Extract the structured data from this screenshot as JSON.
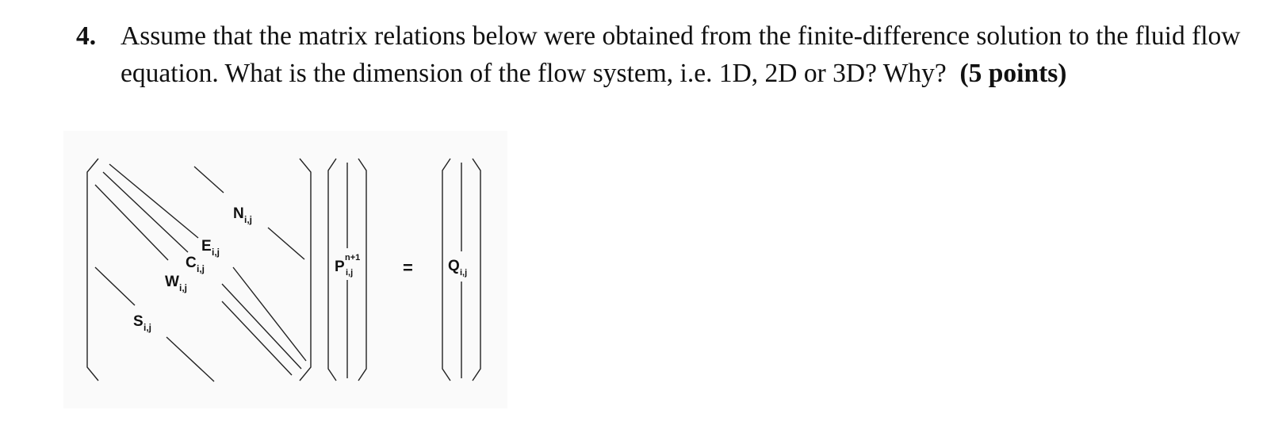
{
  "question": {
    "number": "4.",
    "text": "Assume that the matrix relations below were obtained from the finite-difference solution to the fluid flow equation. What is the dimension of the flow system, i.e. 1D, 2D or 3D? Why?",
    "points": "(5 points)"
  },
  "figure": {
    "labels": {
      "N": "N",
      "N_sub": "i,j",
      "E": "E",
      "E_sub": "i,j",
      "C": "C",
      "C_sub": "i,j",
      "W": "W",
      "W_sub": "i,j",
      "S": "S",
      "S_sub": "i,j",
      "P": "P",
      "P_sup": "n+1",
      "P_sub": "i,j",
      "Q": "Q",
      "Q_sub": "i,j",
      "equals": "="
    }
  }
}
